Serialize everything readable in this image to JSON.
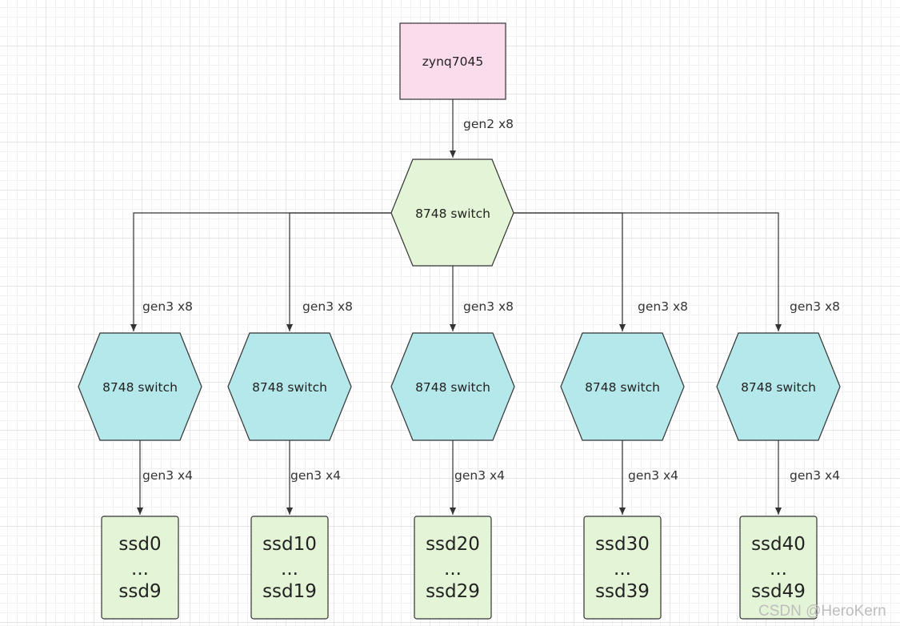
{
  "root": {
    "label": "zynq7045",
    "color": "#fadcec"
  },
  "root_link": {
    "label": "gen2 x8"
  },
  "main_switch": {
    "label": "8748 switch",
    "color": "#e4f5d7"
  },
  "branches": [
    {
      "switch_label": "8748 switch",
      "uplink": "gen3 x8",
      "downlink": "gen3 x4",
      "ssd_lines": [
        "ssd0",
        "...",
        "ssd9"
      ]
    },
    {
      "switch_label": "8748 switch",
      "uplink": "gen3 x8",
      "downlink": "gen3 x4",
      "ssd_lines": [
        "ssd10",
        "...",
        "ssd19"
      ]
    },
    {
      "switch_label": "8748 switch",
      "uplink": "gen3 x8",
      "downlink": "gen3 x4",
      "ssd_lines": [
        "ssd20",
        "...",
        "ssd29"
      ]
    },
    {
      "switch_label": "8748 switch",
      "uplink": "gen3 x8",
      "downlink": "gen3 x4",
      "ssd_lines": [
        "ssd30",
        "...",
        "ssd39"
      ]
    },
    {
      "switch_label": "8748 switch",
      "uplink": "gen3 x8",
      "downlink": "gen3 x4",
      "ssd_lines": [
        "ssd40",
        "...",
        "ssd49"
      ]
    }
  ],
  "colors": {
    "sub_switch": "#b5e8ea",
    "ssd": "#e4f5d7",
    "stroke": "#333333"
  },
  "watermark": "CSDN @HeroKern"
}
